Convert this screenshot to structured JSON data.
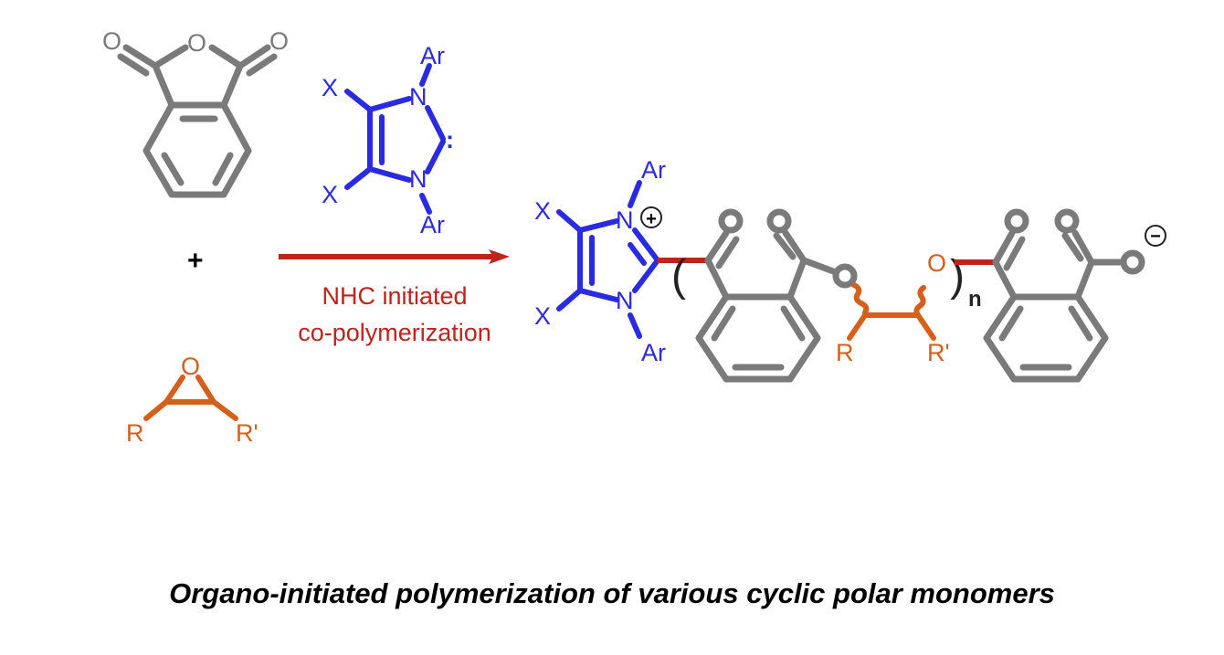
{
  "reactants": {
    "anhydride_o": "O",
    "plus": "+",
    "epoxide": {
      "o": "O",
      "r": "R",
      "r_prime": "R'"
    }
  },
  "nhc": {
    "x1": "X",
    "x2": "X",
    "n1": "N",
    "n2": "N",
    "ar1": "Ar",
    "ar2": "Ar",
    "carbene": ":"
  },
  "arrow": {
    "line1": "NHC initiated",
    "line2": "co-polymerization"
  },
  "product": {
    "x1": "X",
    "x2": "X",
    "n1": "N",
    "n2": "N",
    "ar1": "Ar",
    "ar2": "Ar",
    "plus_charge": "+",
    "minus_charge": "−",
    "o": "O",
    "r": "R",
    "r_prime": "R'",
    "repeat": "n",
    "open_paren": "(",
    "close_paren": ")"
  },
  "caption": "Organo-initiated polymerization of various cyclic polar monomers",
  "colors": {
    "gray": "#7a7a7a",
    "blue": "#2a2ae0",
    "orange": "#d4601c",
    "red": "#c0221c"
  }
}
